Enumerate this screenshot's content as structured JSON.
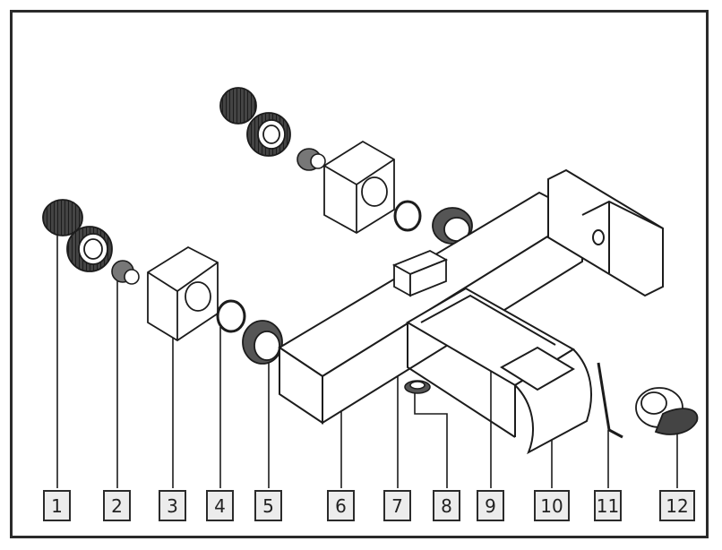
{
  "diagram": {
    "parts": [
      {
        "number": "1",
        "icon": "knurled-handle-pair-icon"
      },
      {
        "number": "2",
        "icon": "cartridge-spindle-icon"
      },
      {
        "number": "3",
        "icon": "square-cover-plate-icon"
      },
      {
        "number": "4",
        "icon": "o-ring-washer-icon"
      },
      {
        "number": "5",
        "icon": "hex-nut-connector-icon"
      },
      {
        "number": "6",
        "icon": "mixer-body-icon"
      },
      {
        "number": "7",
        "icon": "diverter-block-icon"
      },
      {
        "number": "8",
        "icon": "outlet-nut-icon"
      },
      {
        "number": "9",
        "icon": "waterfall-spout-icon"
      },
      {
        "number": "10",
        "icon": "spout-tray-icon"
      },
      {
        "number": "11",
        "icon": "allen-key-icon"
      },
      {
        "number": "12",
        "icon": "diverter-knob-icon"
      }
    ]
  },
  "colors": {
    "line": "#1c1c1c",
    "metal": "#5a5a5a",
    "label_fill": "#ececec",
    "frame": "#2a2a2a"
  }
}
